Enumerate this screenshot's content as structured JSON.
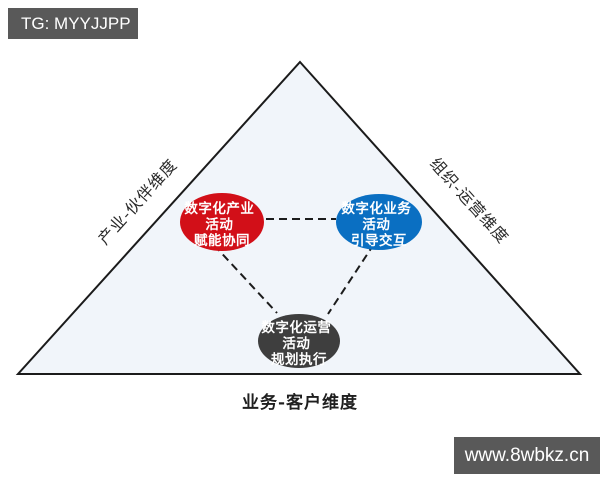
{
  "watermarks": {
    "top_left": {
      "text": "TG: MYYJJPP",
      "bg": "#595959",
      "fg": "#ffffff"
    },
    "bottom_right": {
      "text": "www.8wbkz.cn",
      "bg": "#595959",
      "fg": "#ffffff"
    }
  },
  "diagram": {
    "triangle": {
      "fill": "#f1f5fa",
      "stroke": "#1b1b1b"
    },
    "edge_labels": {
      "left": "产业-伙伴维度",
      "right": "组织-运营维度",
      "bottom": "业务-客户维度"
    },
    "nodes": [
      {
        "id": "digital-industry",
        "color": "#d20f18",
        "lines": [
          "数字化产业",
          "活动",
          "赋能协同"
        ]
      },
      {
        "id": "digital-business",
        "color": "#0a6fc2",
        "lines": [
          "数字化业务",
          "活动",
          "引导交互"
        ]
      },
      {
        "id": "digital-operation",
        "color": "#3e3e3e",
        "lines": [
          "数字化运营",
          "活动",
          "规划执行"
        ]
      }
    ],
    "connector_color": "#1c1c1c"
  }
}
